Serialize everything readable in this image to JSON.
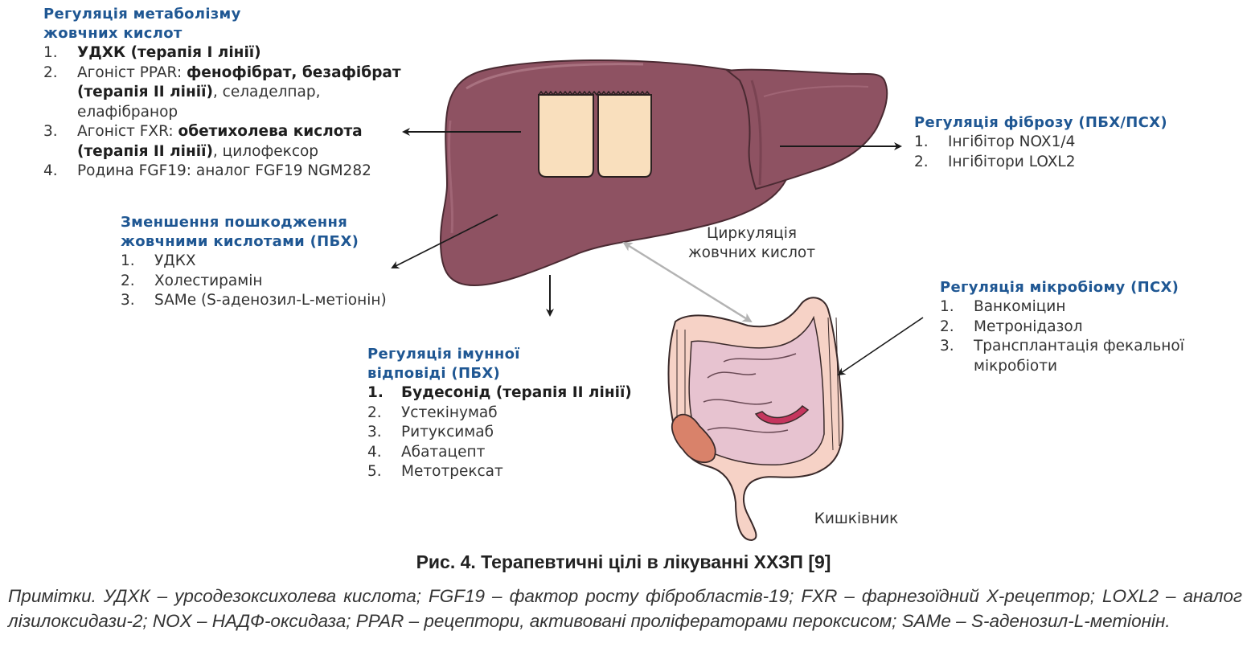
{
  "colors": {
    "heading": "#1f5793",
    "liver": "#8e5262",
    "liver_dark": "#6d3a48",
    "bile_cell": "#f9dfbd",
    "intestine": "#f6d2c6",
    "small_intestine": "#e7c3d0",
    "arrow": "#1a1a1a",
    "arrow_gray": "#b3b3b3"
  },
  "metabolism": {
    "title_line1": "Регуляція метаболізму",
    "title_line2": "жовчних кислот",
    "items": [
      {
        "num": "1.",
        "parts": [
          {
            "t": "УДХК (терапія І лінії)",
            "b": true
          }
        ]
      },
      {
        "num": "2.",
        "parts": [
          {
            "t": "Агоніст PPAR: ",
            "b": false
          },
          {
            "t": "фенофібрат, безафібрат (терапія ІІ лінії)",
            "b": true
          },
          {
            "t": ", селаделпар, елафібранор",
            "b": false
          }
        ]
      },
      {
        "num": "3.",
        "parts": [
          {
            "t": "Агоніст FXR: ",
            "b": false
          },
          {
            "t": "обетихолева кислота (терапія ІІ лінії)",
            "b": true
          },
          {
            "t": ", цилофексор",
            "b": false
          }
        ]
      },
      {
        "num": "4.",
        "parts": [
          {
            "t": "Родина FGF19: аналог FGF19 NGM282",
            "b": false
          }
        ]
      }
    ]
  },
  "fibrosis": {
    "title": "Регуляція фіброзу (ПБХ/ПСХ)",
    "items": [
      {
        "num": "1.",
        "text": "Інгібітор NOX1/4"
      },
      {
        "num": "2.",
        "text": "Інгібітори LOXL2"
      }
    ]
  },
  "damage": {
    "title_line1": "Зменшення пошкодження",
    "title_line2": "жовчними кислотами (ПБХ)",
    "items": [
      {
        "num": "1.",
        "text": "УДКХ"
      },
      {
        "num": "2.",
        "text": "Холестирамін"
      },
      {
        "num": "3.",
        "text": "SAMe (S-аденозил-L-метіонін)"
      }
    ]
  },
  "circulation": {
    "line1": "Циркуляція",
    "line2": "жовчних кислот"
  },
  "microbiome": {
    "title": "Регуляція мікробіому (ПСХ)",
    "items": [
      {
        "num": "1.",
        "text": "Ванкоміцин"
      },
      {
        "num": "2.",
        "text": "Метронідазол"
      },
      {
        "num": "3.",
        "text": "Трансплантація фекальної мікробіоти"
      }
    ]
  },
  "immune": {
    "title_line1": "Регуляція імунної",
    "title_line2": "відповіді (ПБХ)",
    "items": [
      {
        "num": "1.",
        "text": "Будесонід (терапія ІІ лінії)",
        "bold": true
      },
      {
        "num": "2.",
        "text": "Устекінумаб"
      },
      {
        "num": "3.",
        "text": "Ритуксимаб"
      },
      {
        "num": "4.",
        "text": "Абатацепт"
      },
      {
        "num": "5.",
        "text": "Метотрексат"
      }
    ]
  },
  "intestine_label": "Кишківник",
  "caption": "Рис. 4. Терапевтичні цілі в лікуванні ХХЗП [9]",
  "notes": "Примітки. УДХК – урсодезоксихолева кислота; FGF19 – фактор росту фібробластів-19; FXR – фарнезоїдний Х-рецептор; LOXL2 – аналог лізилоксидази-2; NOX – НАДФ-оксидаза; PPAR – рецептори, активовані проліфераторами пероксисом; SAMe – S-аденозил-L-метіонін."
}
